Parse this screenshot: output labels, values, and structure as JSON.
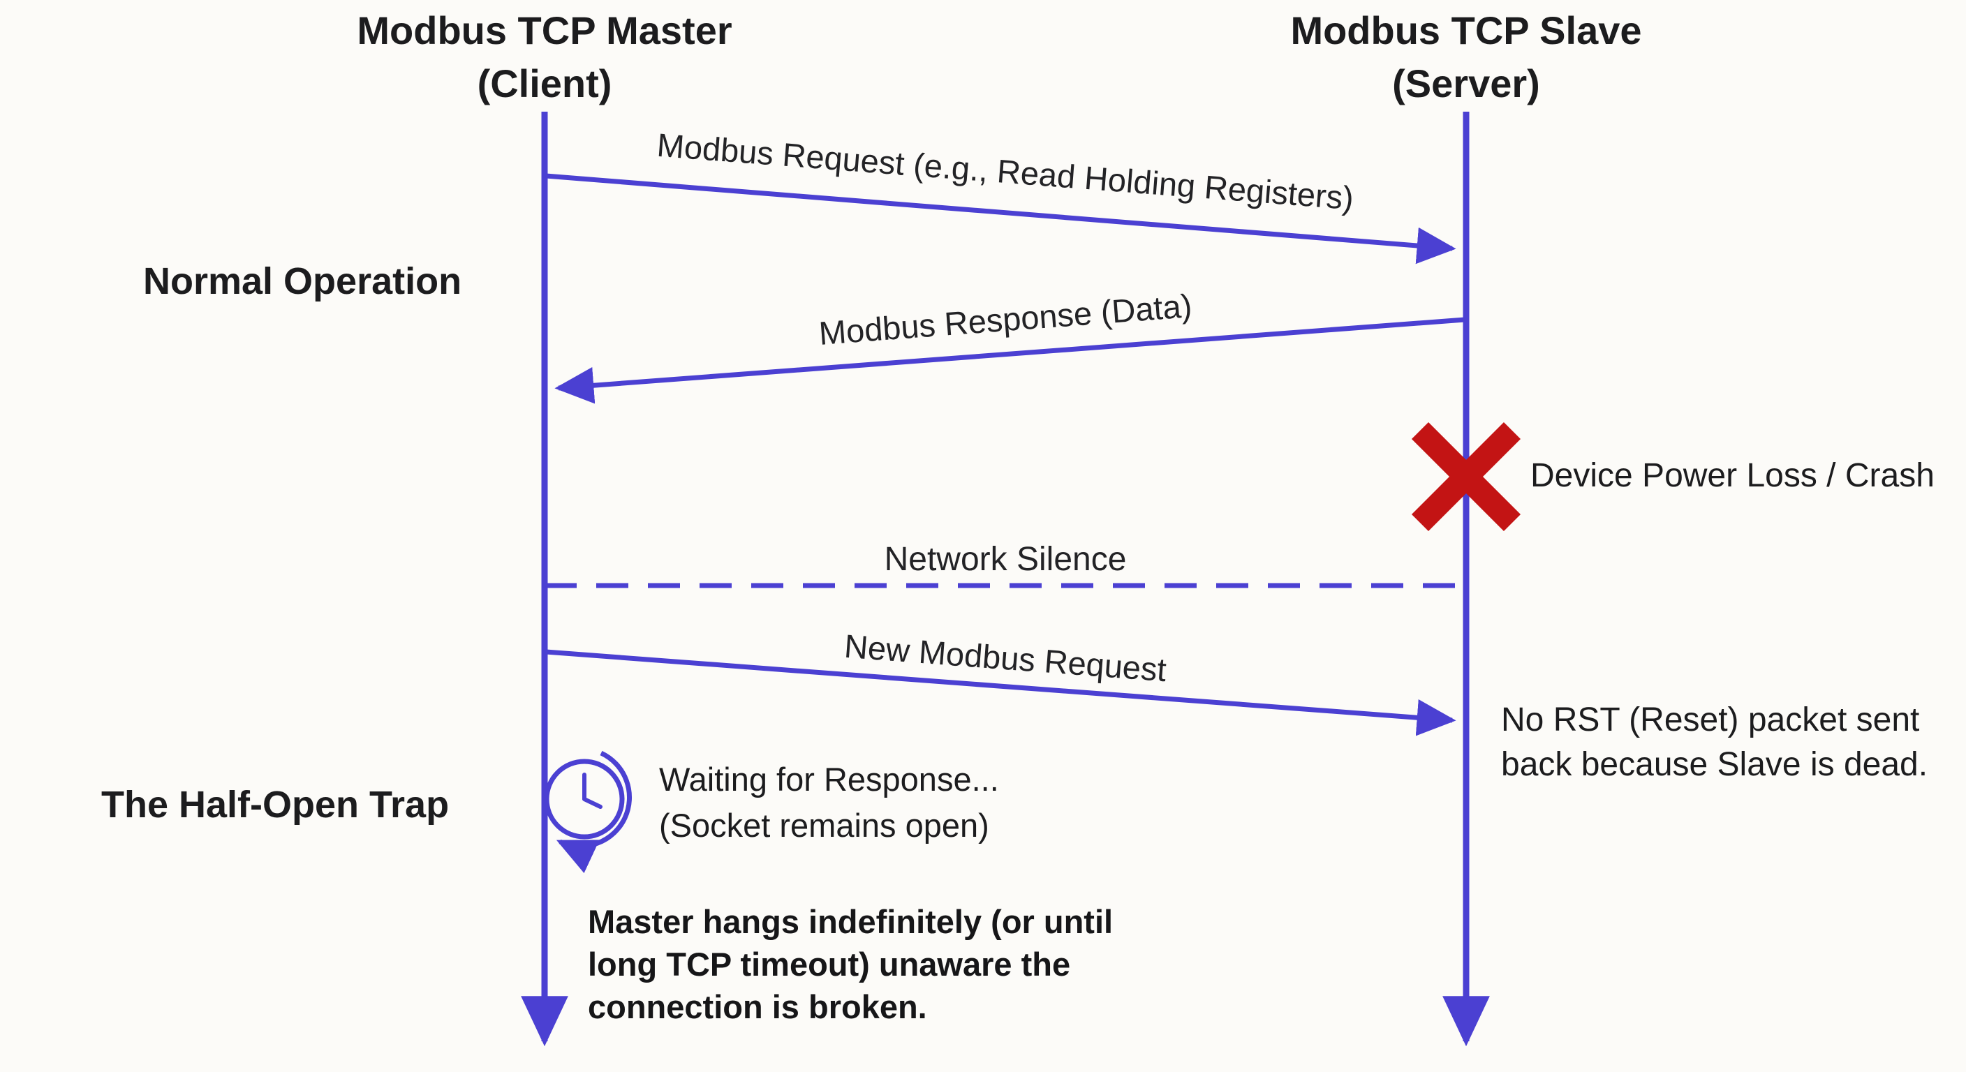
{
  "actors": {
    "master": {
      "title": "Modbus TCP Master",
      "subtitle": "(Client)"
    },
    "slave": {
      "title": "Modbus TCP Slave",
      "subtitle": "(Server)"
    }
  },
  "phases": {
    "normal": "Normal Operation",
    "trap": "The Half-Open Trap"
  },
  "messages": {
    "request": "Modbus Request (e.g., Read Holding Registers)",
    "response": "Modbus Response (Data)",
    "new_request": "New Modbus Request",
    "silence": "Network Silence"
  },
  "notes": {
    "crash": "Device Power Loss / Crash",
    "no_rst": "No RST (Reset) packet sent\nback because Slave is dead.",
    "waiting": "Waiting for Response...\n(Socket remains open)",
    "hang": "Master hangs indefinitely (or until\nlong TCP timeout) unaware the\nconnection is broken."
  },
  "icons": {
    "crash": "red-x-cross",
    "waiting": "clock-with-retry-arrow"
  },
  "colors": {
    "line": "#4b40d2",
    "crash": "#c31414",
    "text": "#1c1c1e",
    "background": "#fcfbf8"
  }
}
